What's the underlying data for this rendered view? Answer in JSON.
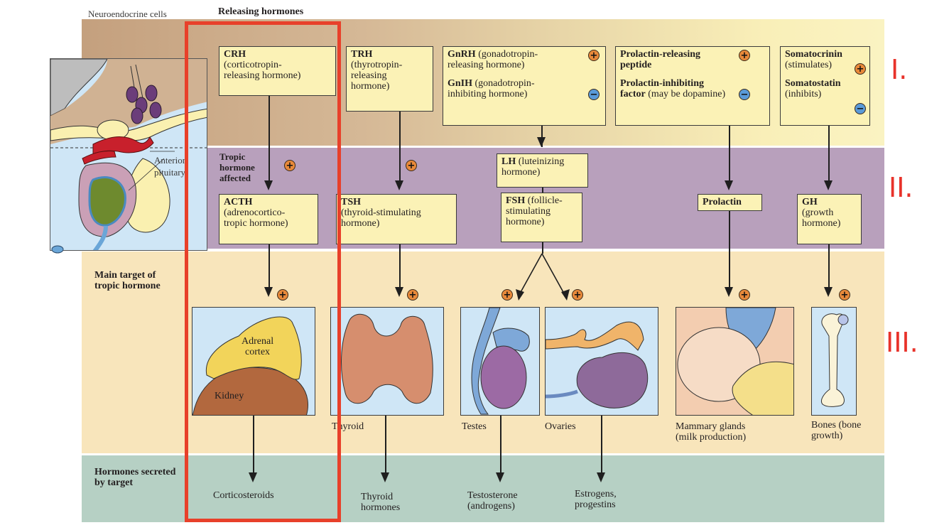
{
  "diagram": {
    "title": "Hypothalamic releasing hormones, tropic hormones, targets and secreted hormones",
    "inset": {
      "neuroendocrine_label": "Neuroendocrine cells",
      "anterior_pituitary_label_line1": "Anterior",
      "anterior_pituitary_label_line2": "pituitary"
    },
    "row_labels": {
      "releasing": "Releasing hormones",
      "tropic_line1": "Tropic",
      "tropic_line2": "hormone",
      "tropic_line3": "affected",
      "target_line1": "Main target of",
      "target_line2": "tropic hormone",
      "secreted_line1": "Hormones secreted",
      "secreted_line2": "by target"
    },
    "roman_numerals": [
      "I.",
      "II.",
      "III."
    ],
    "releasing_hormones": [
      {
        "abbr": "CRH",
        "desc_line1": "(corticotropin-",
        "desc_line2": "releasing hormone)"
      },
      {
        "abbr": "TRH",
        "desc_line1": "(thyrotropin-",
        "desc_line2": "releasing",
        "desc_line3": "hormone)"
      },
      {
        "abbr": "GnRH",
        "desc_line1": " (gonadotropin-",
        "desc_line2": "releasing hormone)",
        "effect": "+"
      },
      {
        "abbr": "GnIH",
        "desc_line1": " (gonadotropin-",
        "desc_line2": "inhibiting hormone)",
        "effect": "−"
      },
      {
        "abbr": "Prolactin-releasing",
        "desc_line2": "peptide",
        "effect": "+"
      },
      {
        "abbr": "Prolactin-inhibiting",
        "desc_line2_bold": "factor",
        "desc_line2": " (may be dopamine)",
        "effect": "−"
      },
      {
        "abbr": "Somatocrinin",
        "desc_line2": "(stimulates)",
        "effect": "+"
      },
      {
        "abbr": "Somatostatin",
        "desc_line2": "(inhibits)",
        "effect": "−"
      }
    ],
    "tropic_hormones": [
      {
        "abbr": "ACTH",
        "desc_line1": "(adrenocortico-",
        "desc_line2": "tropic hormone)"
      },
      {
        "abbr": "TSH",
        "desc_line1": "(thyroid-stimulating",
        "desc_line2": "hormone)"
      },
      {
        "abbr": "LH",
        "desc_line1": " (luteinizing",
        "desc_line2": "hormone)"
      },
      {
        "abbr": "FSH",
        "desc_line1": " (follicle-",
        "desc_line2": "stimulating",
        "desc_line3": "hormone)"
      },
      {
        "abbr": "Prolactin"
      },
      {
        "abbr": "GH",
        "desc_line1": "(growth",
        "desc_line2": "hormone)"
      }
    ],
    "targets": [
      {
        "name": "Adrenal cortex",
        "sub1": "Adrenal",
        "sub2": "cortex",
        "sub3": "Kidney"
      },
      {
        "name": "Thyroid"
      },
      {
        "name": "Testes"
      },
      {
        "name": "Ovaries"
      },
      {
        "name_line1": "Mammary glands",
        "name_line2": "(milk production)"
      },
      {
        "name_line1": "Bones (bone",
        "name_line2": "growth)"
      }
    ],
    "secreted": [
      {
        "line1": "Corticosteroids"
      },
      {
        "line1": "Thyroid",
        "line2": "hormones"
      },
      {
        "line1": "Testosterone",
        "line2": "(androgens)"
      },
      {
        "line1": "Estrogens,",
        "line2": "progestins"
      }
    ],
    "symbols": {
      "plus": "+",
      "minus": "−"
    },
    "colors": {
      "highlight_box": "#e8402a",
      "roman_numerals": "#e8322a",
      "band_tropic": "#b8a0bc",
      "band_target": "#f8e5bb",
      "band_secreted": "#b6d0c4",
      "box_fill": "#fbf2b6",
      "stimulate": "#e8893a",
      "inhibit": "#5a9ad8"
    }
  }
}
